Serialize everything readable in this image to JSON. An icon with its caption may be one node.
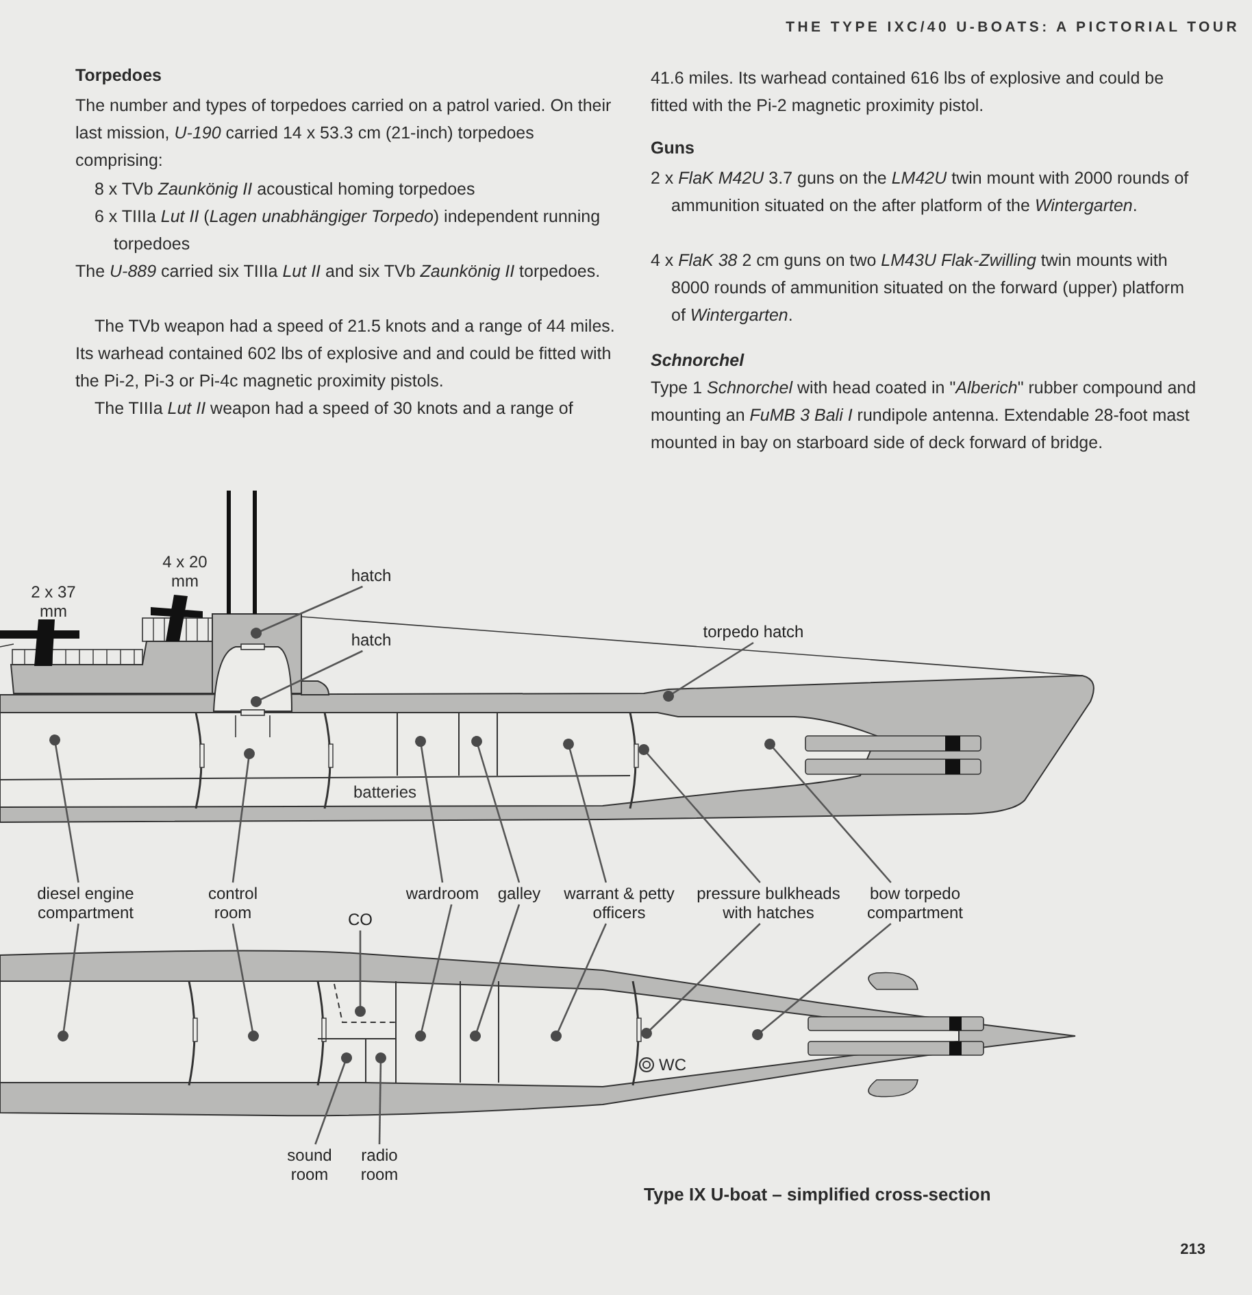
{
  "diagram": {
    "caption": "Type IX U-boat – simplified cross-section",
    "nodes": [
      {
        "text": [
          "hatch"
        ]
      },
      {
        "text": [
          "hatch"
        ]
      },
      {
        "text": [
          "torpedo hatch"
        ]
      },
      {
        "text": [
          "diesel engine compartment"
        ]
      },
      {
        "text": [
          "control room"
        ]
      },
      {
        "text": [
          "wardroom"
        ]
      },
      {
        "text": [
          "galley"
        ]
      },
      {
        "text": [
          "warrant & petty officers"
        ]
      },
      {
        "text": [
          "pressure bulkheads with hatches"
        ]
      },
      {
        "text": [
          "bow torpedo compartment"
        ]
      },
      {
        "text": [
          "CO"
        ]
      },
      {
        "text": [
          "sound room"
        ]
      },
      {
        "text": [
          "radio room"
        ]
      }
    ],
    "edges": [
      {
        "from": 0,
        "to": null,
        "arrow": "other"
      },
      {
        "from": 1,
        "to": null,
        "arrow": "other"
      },
      {
        "from": 2,
        "to": null,
        "arrow": "other"
      },
      {
        "from": 3,
        "to": null,
        "arrow": "other"
      },
      {
        "from": 3,
        "to": null,
        "arrow": "other"
      },
      {
        "from": 4,
        "to": null,
        "arrow": "other"
      },
      {
        "from": 4,
        "to": null,
        "arrow": "other"
      },
      {
        "from": 5,
        "to": null,
        "arrow": "other"
      },
      {
        "from": 5,
        "to": null,
        "arrow": "other"
      },
      {
        "from": 6,
        "to": null,
        "arrow": "other"
      },
      {
        "from": 6,
        "to": null,
        "arrow": "other"
      },
      {
        "from": 7,
        "to": null,
        "arrow": "other"
      },
      {
        "from": 7,
        "to": null,
        "arrow": "other"
      },
      {
        "from": 8,
        "to": null,
        "arrow": "other"
      },
      {
        "from": 8,
        "to": null,
        "arrow": "other"
      },
      {
        "from": 9,
        "to": null,
        "arrow": "other"
      },
      {
        "from": 9,
        "to": null,
        "arrow": "other"
      },
      {
        "from": 10,
        "to": null,
        "arrow": "other"
      },
      {
        "from": 11,
        "to": null,
        "arrow": "other"
      },
      {
        "from": 12,
        "to": null,
        "arrow": "other"
      }
    ],
    "labels": [
      "THE TYPE IXC/40 U-BOATS: A PICTORIAL TOUR",
      "Torpedoes",
      "The number and types of torpedoes carried on a patrol varied. On their last mission, *U-190* carried 14 x 53.3 cm (21-inch) torpedoes comprising:",
      "8 x TVb *Zaunkönig II* acoustical homing torpedoes",
      "6 x TIIIa *Lut II* (*Lagen unabhängiger Torpedo*) independent running torpedoes",
      "The *U-889* carried six TIIIa *Lut II* and six TVb *Zaunkönig II* torpedoes.",
      "The TVb weapon had a speed of 21.5 knots and a range of 44 miles. Its warhead contained 602 lbs of explosive and and could be fitted with the Pi-2, Pi-3 or Pi-4c magnetic proximity pistols.",
      "The TIIIa *Lut II* weapon had a speed of 30 knots and a range of",
      "41.6 miles. Its warhead contained 616 lbs of explosive and could be fitted with the Pi-2 magnetic proximity pistol.",
      "Guns",
      "2 x *FlaK M42U* 3.7 guns on the *LM42U* twin mount with 2000 rounds of ammunition situated on the after platform of the *Wintergarten*.",
      "4 x *FlaK 38* 2 cm guns on two *LM43U Flak-Zwilling* twin mounts with 8000 rounds of ammunition situated on the forward (upper) platform of *Wintergarten*.",
      "Schnorchel",
      "Type 1 *Schnorchel* with head coated in \"*Alberich*\" rubber compound and mounting an *FuMB 3 Bali I* rundipole antenna. Extendable 28-foot mast mounted in bay on starboard side of deck forward of bridge.",
      "2 x 37 mm",
      "4 x 20 mm",
      "batteries",
      "WC",
      "213"
    ]
  }
}
